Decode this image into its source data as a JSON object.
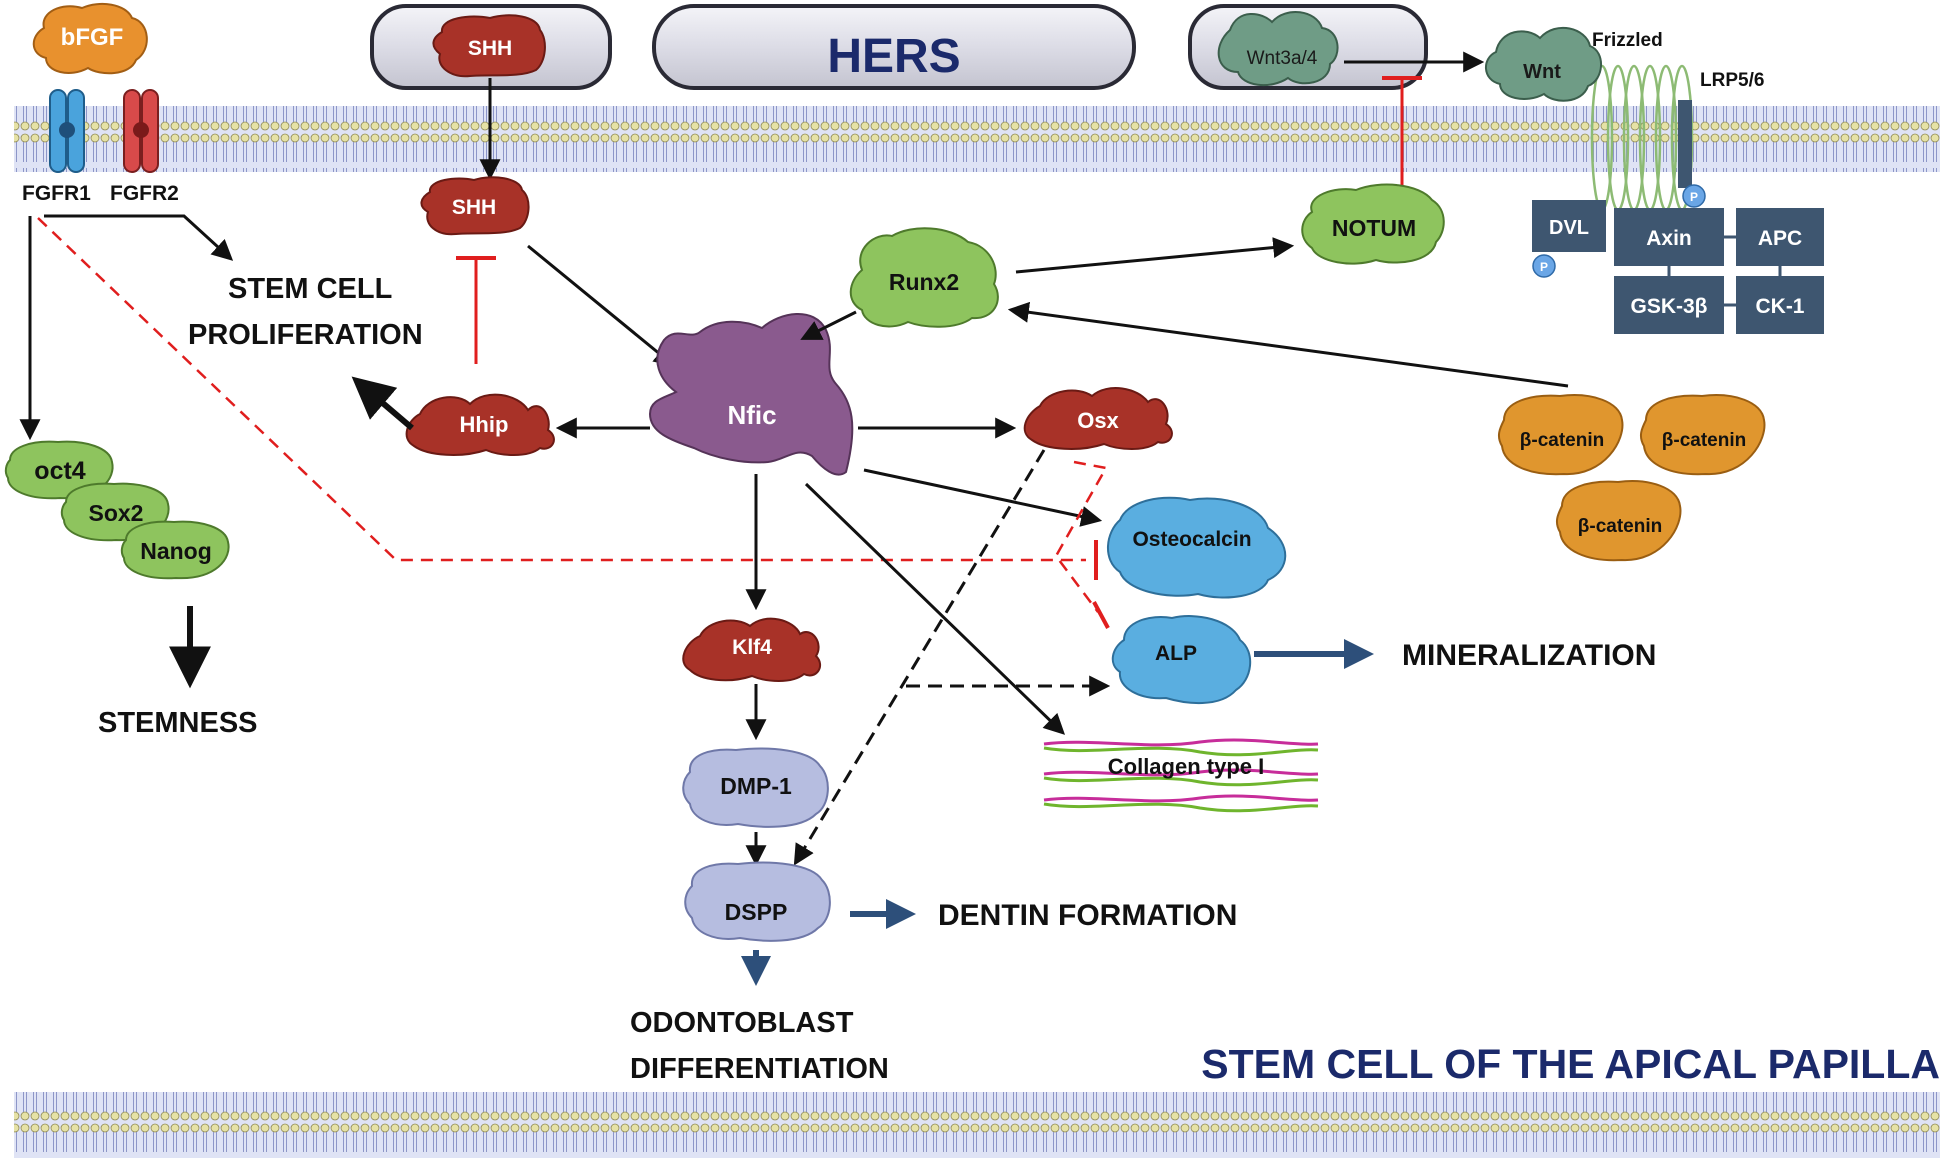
{
  "ligands": {
    "bfgf": "bFGF",
    "shh_top": "SHH",
    "wnt3a4": "Wnt3a/4",
    "wnt": "Wnt"
  },
  "cells": {
    "hers": "HERS",
    "scap": "STEM CELL OF THE APICAL PAPILLA"
  },
  "receptors": {
    "fgfr1": "FGFR1",
    "fgfr2": "FGFR2",
    "frizzled": "Frizzled",
    "lrp": "LRP5/6",
    "phospho": "P"
  },
  "nodes": {
    "shh": "SHH",
    "hhip": "Hhip",
    "nfic": "Nfic",
    "runx2": "Runx2",
    "notum": "NOTUM",
    "osx": "Osx",
    "osteocalcin": "Osteocalcin",
    "alp": "ALP",
    "klf4": "Klf4",
    "dmp1": "DMP-1",
    "dspp": "DSPP",
    "collagen": "Collagen type I",
    "oct4": "oct4",
    "sox2": "Sox2",
    "nanog": "Nanog",
    "beta_catenin": [
      "β-catenin",
      "β-catenin",
      "β-catenin"
    ]
  },
  "complex": {
    "dvl": "DVL",
    "axin": "Axin",
    "apc": "APC",
    "gsk": "GSK-3β",
    "ck1": "CK-1"
  },
  "outcomes": {
    "stem_cell_prolif_1": "STEM CELL",
    "stem_cell_prolif_2": "PROLIFERATION",
    "stemness": "STEMNESS",
    "mineralization": "MINERALIZATION",
    "dentin": "DENTIN FORMATION",
    "odonto_1": "ODONTOBLAST",
    "odonto_2": "DIFFERENTIATION"
  },
  "colors": {
    "membrane_head": "#e6e2a6",
    "membrane_tail": "#9aa6d8",
    "red_protein": "#a83228",
    "purple_protein": "#8a5a8e",
    "green_protein": "#8ec45e",
    "teal_protein": "#6f9c86",
    "blue_protein": "#5aaee0",
    "lavender_protein": "#b6bde0",
    "orange_protein": "#e0962e",
    "complex_box": "#3e5670",
    "inhibition": "#e01e1e",
    "flow_arrow": "#2d4f7a",
    "navy_text": "#1b2a6b"
  }
}
